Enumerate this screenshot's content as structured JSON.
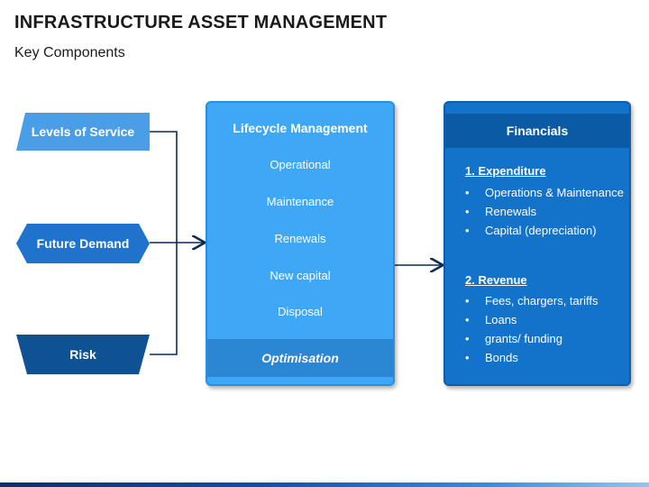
{
  "header": {
    "title": "INFRASTRUCTURE ASSET MANAGEMENT",
    "subtitle": "Key Components"
  },
  "inputs": [
    {
      "label": "Levels of Service"
    },
    {
      "label": "Future Demand"
    },
    {
      "label": "Risk"
    }
  ],
  "lifecycle": {
    "title": "Lifecycle Management",
    "items": [
      "Operational",
      "Maintenance",
      "Renewals",
      "New capital",
      "Disposal"
    ],
    "footer": "Optimisation"
  },
  "financials": {
    "title": "Financials",
    "sections": [
      {
        "heading": "1. Expenditure",
        "items": [
          "Operations & Maintenance",
          "Renewals",
          "Capital (depreciation)"
        ]
      },
      {
        "heading": "2. Revenue",
        "items": [
          "Fees, chargers, tariffs",
          "Loans",
          "grants/ funding",
          "Bonds"
        ]
      }
    ]
  },
  "colors": {
    "levels": "#4a9ee8",
    "demand": "#1f73cc",
    "risk": "#0f5294",
    "lifecycle": "#3ea8f6",
    "financials": "#1372c9"
  }
}
